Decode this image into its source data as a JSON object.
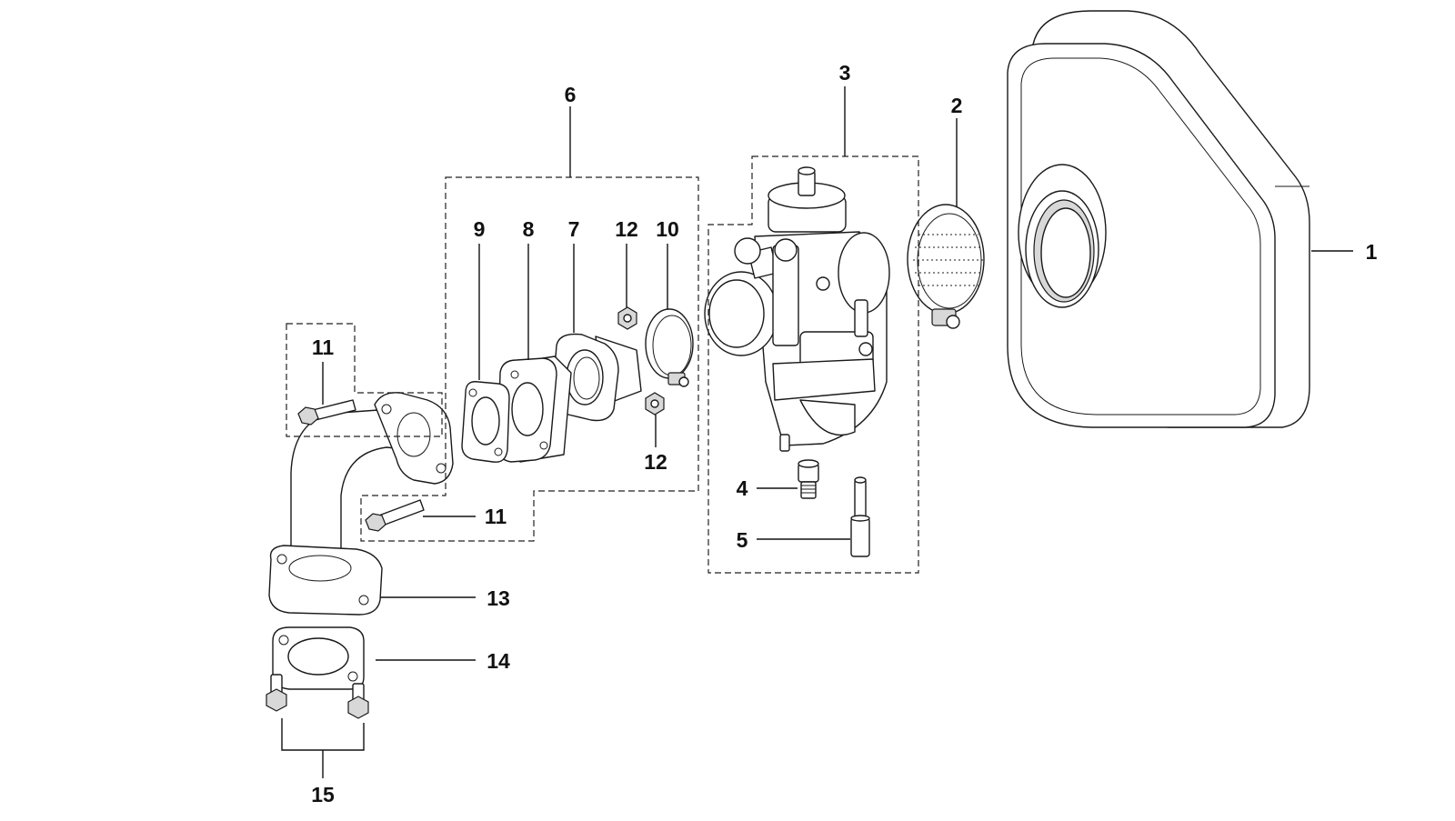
{
  "diagram": {
    "type": "exploded-parts-view",
    "callouts": [
      "1",
      "2",
      "3",
      "4",
      "5",
      "6",
      "7",
      "8",
      "9",
      "10",
      "11",
      "12",
      "13",
      "14",
      "15"
    ],
    "labels": {
      "air_filter": "1",
      "hose_clamp_large": "2",
      "carburetor": "3",
      "main_jet": "4",
      "needle": "5",
      "adapter_kit": "6",
      "adapter": "7",
      "spacer": "8",
      "gasket_small": "9",
      "hose_clamp_small": "10",
      "bolt_upper": "11",
      "bolt_lower": "11",
      "nut_upper": "12",
      "nut_lower": "12",
      "intake_manifold": "13",
      "gasket_base": "14",
      "studs": "15"
    }
  }
}
